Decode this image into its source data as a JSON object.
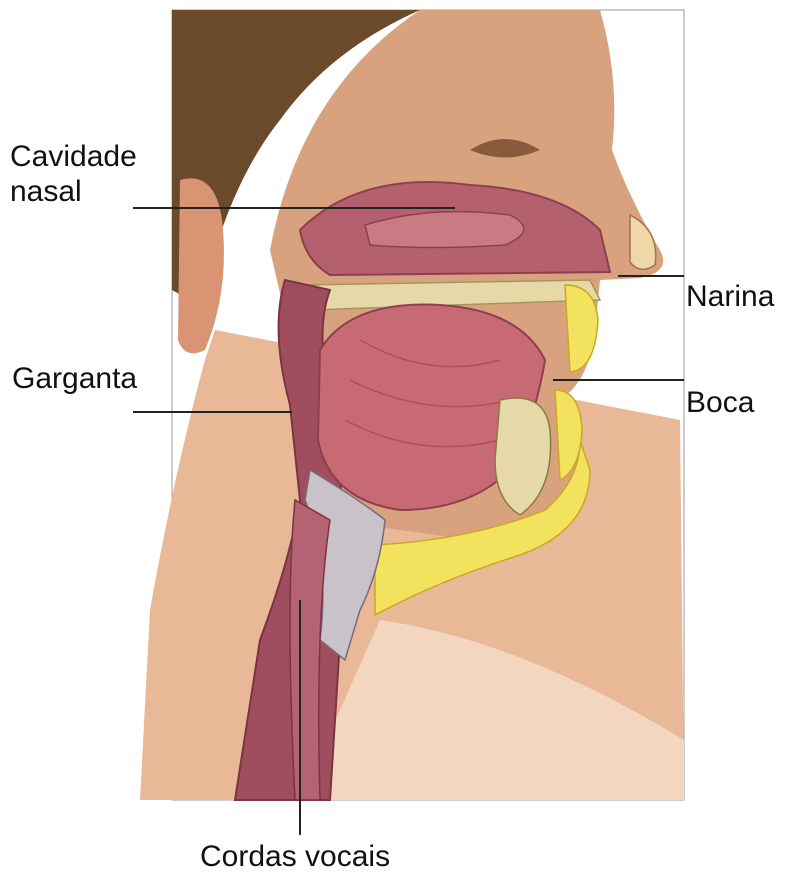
{
  "labels": {
    "cavidade_nasal_line1": "Cavidade",
    "cavidade_nasal_line2": "nasal",
    "narina": "Narina",
    "garganta": "Garganta",
    "boca": "Boca",
    "cordas_vocais": "Cordas vocais"
  },
  "colors": {
    "skin": "#d9a27f",
    "skin_light": "#f1d2ba",
    "hair": "#6b4a2c",
    "tissue": "#b5606e",
    "muscle": "#c86a74",
    "fat": "#f2e25e",
    "bone": "#e6d9a8",
    "leader_line": "#222222"
  }
}
